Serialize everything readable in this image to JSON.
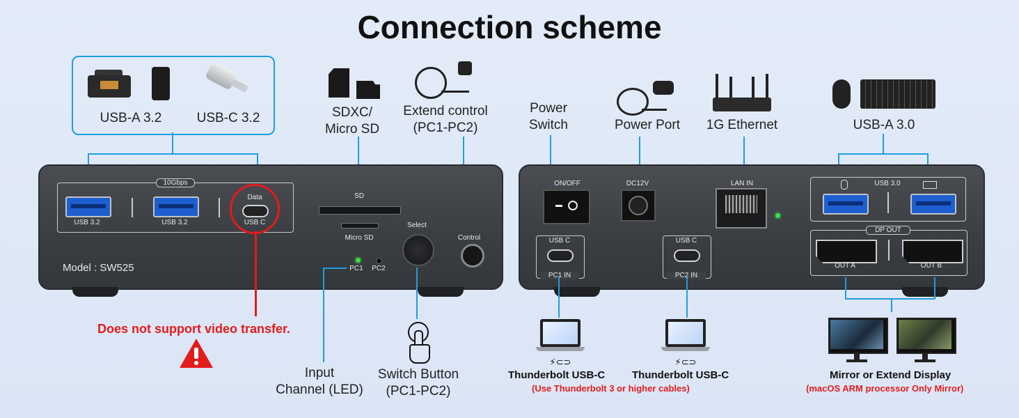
{
  "title": "Connection scheme",
  "front": {
    "model": "Model : SW525",
    "speed_badge": "10Gbps",
    "port1_label": "USB 3.2",
    "port2_label": "USB 3.2",
    "port3_top": "Data",
    "port3_label": "USB C",
    "sd_label": "SD",
    "microsd_label": "Micro SD",
    "led1": "PC1",
    "led2": "PC2",
    "select_label": "Select",
    "control_label": "Control"
  },
  "front_callouts": {
    "usba": "USB-A 3.2",
    "usbc": "USB-C 3.2",
    "sd": "SDXC/\nMicro SD",
    "extend": "Extend control\n(PC1-PC2)",
    "warning": "Does not support video transfer.",
    "input": "Input\nChannel (LED)",
    "switch": "Switch Button\n(PC1-PC2)"
  },
  "rear": {
    "onoff": "ON/OFF",
    "dc": "DC12V",
    "lan": "LAN IN",
    "usb30": "USB 3.0",
    "pc1_usbc": "USB C",
    "pc1_in": "PC1 IN",
    "pc2_usbc": "USB C",
    "pc2_in": "PC2 IN",
    "dp_out": "DP OUT",
    "out_a": "OUT A",
    "out_b": "OUT B"
  },
  "rear_callouts": {
    "power_switch": "Power\nSwitch",
    "power_port": "Power Port",
    "ethernet": "1G Ethernet",
    "usba30": "USB-A 3.0",
    "tb1": "Thunderbolt USB-C",
    "tb2": "Thunderbolt USB-C",
    "tb_note": "(Use Thunderbolt 3 or higher cables)",
    "mirror": "Mirror or Extend Display",
    "mirror_note": "(macOS ARM processor Only Mirror)"
  },
  "colors": {
    "accent_line": "#1e9ee0",
    "warning_red": "#e41b1b",
    "usb_blue": "#1e5fd0",
    "device_gray": "#3d4045"
  }
}
